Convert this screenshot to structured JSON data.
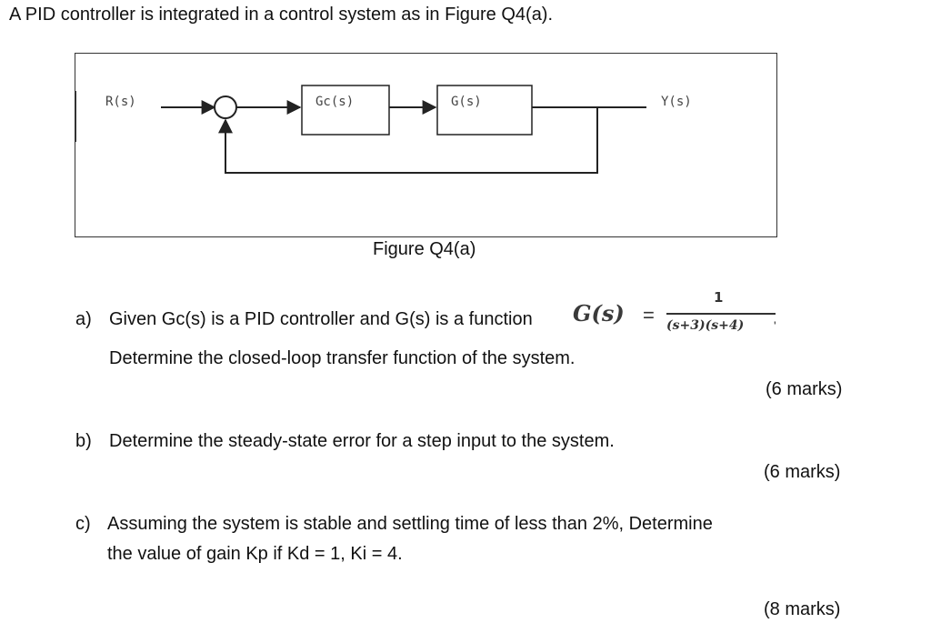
{
  "intro": "A PID controller is integrated in a control system as in Figure Q4(a).",
  "diagram": {
    "input_label": "R(s)",
    "controller_label": "Gc(s)",
    "plant_label": "G(s)",
    "output_label": "Y(s)"
  },
  "caption": "Figure Q4(a)",
  "part_a": {
    "marker": "a)",
    "line1": "Given Gc(s) is a PID controller and G(s) is a function",
    "equation_lhs": "G(s)",
    "equation_eq": "=",
    "equation_numerator": "1",
    "equation_denominator": "(s+3)(s+4)",
    "equation_trailing": "'",
    "line2": "Determine the closed-loop transfer function of the system.",
    "marks": "(6 marks)"
  },
  "part_b": {
    "marker": "b)",
    "line1": "Determine the steady-state error for a step input to the system.",
    "marks": "(6 marks)"
  },
  "part_c": {
    "marker": "c)",
    "line1": "Assuming the system is stable and settling time of less than 2%, Determine",
    "line2": "the value of gain Kp if Kd = 1, Ki = 4.",
    "marks": "(8 marks)"
  }
}
